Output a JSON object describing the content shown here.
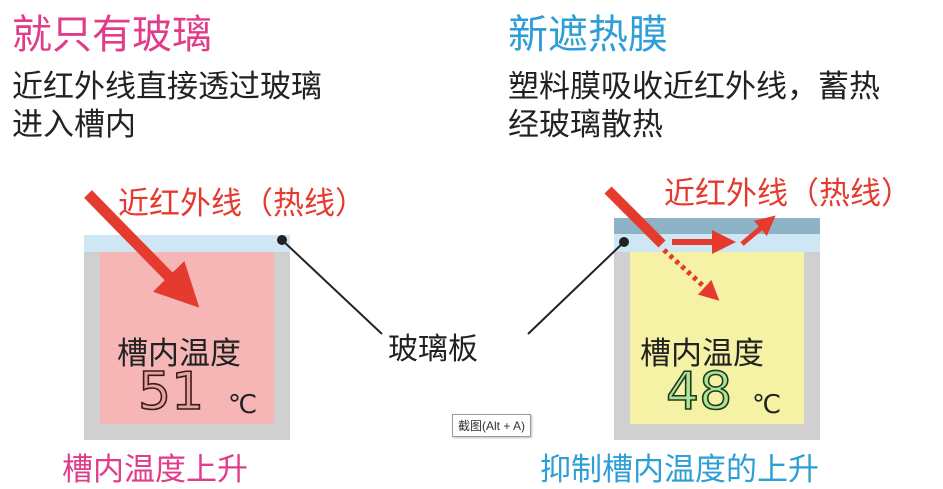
{
  "left": {
    "title": "就只有玻璃",
    "desc_lines": [
      "近红外线直接透过玻璃",
      "进入槽内"
    ],
    "ir_label": "近红外线（热线）",
    "tank_label": "槽内温度",
    "temperature": "51",
    "unit": "℃",
    "result": "槽内温度上升"
  },
  "right": {
    "title": "新遮热膜",
    "desc_lines": [
      "塑料膜吸收近红外线，蓄热",
      "经玻璃散热"
    ],
    "ir_label": "近红外线（热线）",
    "tank_label": "槽内温度",
    "temperature": "48",
    "unit": "℃",
    "result": "抑制槽内温度的上升"
  },
  "glass_label": "玻璃板",
  "tooltip": "截图(Alt + A)",
  "colors": {
    "left_title": "#e03c8a",
    "right_title": "#2e9fd6",
    "infrared_arrow": "#e53b2f",
    "glass": "#cfe6f4",
    "film": "#8fb3c6",
    "tank_wall": "#d0d0d0",
    "left_tank_fill": "#f6b6b6",
    "right_tank_fill": "#f5f2a6"
  }
}
